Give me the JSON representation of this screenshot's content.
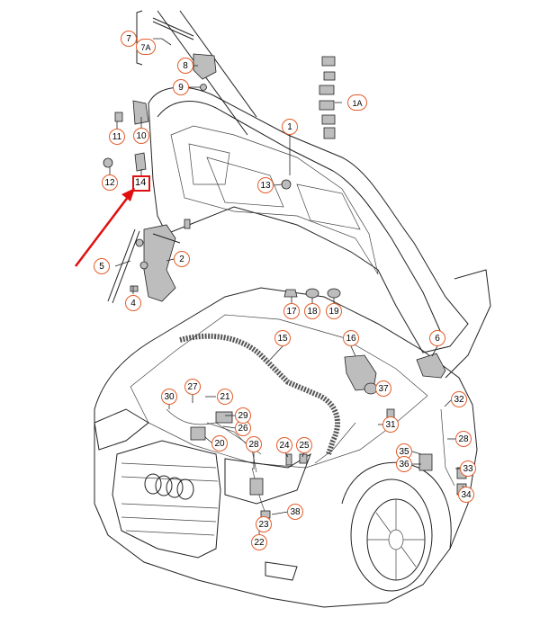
{
  "callouts": [
    {
      "id": "c1",
      "label": "1"
    },
    {
      "id": "c1a",
      "label": "1A"
    },
    {
      "id": "c2",
      "label": "2"
    },
    {
      "id": "c4",
      "label": "4"
    },
    {
      "id": "c5",
      "label": "5"
    },
    {
      "id": "c6",
      "label": "6"
    },
    {
      "id": "c7",
      "label": "7"
    },
    {
      "id": "c7a",
      "label": "7A"
    },
    {
      "id": "c8",
      "label": "8"
    },
    {
      "id": "c9",
      "label": "9"
    },
    {
      "id": "c10",
      "label": "10"
    },
    {
      "id": "c11",
      "label": "11"
    },
    {
      "id": "c12",
      "label": "12"
    },
    {
      "id": "c13",
      "label": "13"
    },
    {
      "id": "c14",
      "label": "14"
    },
    {
      "id": "c15",
      "label": "15"
    },
    {
      "id": "c16",
      "label": "16"
    },
    {
      "id": "c17",
      "label": "17"
    },
    {
      "id": "c18",
      "label": "18"
    },
    {
      "id": "c19",
      "label": "19"
    },
    {
      "id": "c20",
      "label": "20"
    },
    {
      "id": "c21",
      "label": "21"
    },
    {
      "id": "c22",
      "label": "22"
    },
    {
      "id": "c23",
      "label": "23"
    },
    {
      "id": "c24",
      "label": "24"
    },
    {
      "id": "c25",
      "label": "25"
    },
    {
      "id": "c26",
      "label": "26"
    },
    {
      "id": "c27",
      "label": "27"
    },
    {
      "id": "c28a",
      "label": "28"
    },
    {
      "id": "c28b",
      "label": "28"
    },
    {
      "id": "c29",
      "label": "29"
    },
    {
      "id": "c30",
      "label": "30"
    },
    {
      "id": "c31",
      "label": "31"
    },
    {
      "id": "c32",
      "label": "32"
    },
    {
      "id": "c33",
      "label": "33"
    },
    {
      "id": "c34",
      "label": "34"
    },
    {
      "id": "c35",
      "label": "35"
    },
    {
      "id": "c36",
      "label": "36"
    },
    {
      "id": "c37",
      "label": "37"
    },
    {
      "id": "c38",
      "label": "38"
    }
  ],
  "highlight": {
    "label": "14",
    "color": "#e01010"
  },
  "colors": {
    "badge_border": "#e25d2a",
    "arrow": "#e01010",
    "line": "#222222"
  }
}
